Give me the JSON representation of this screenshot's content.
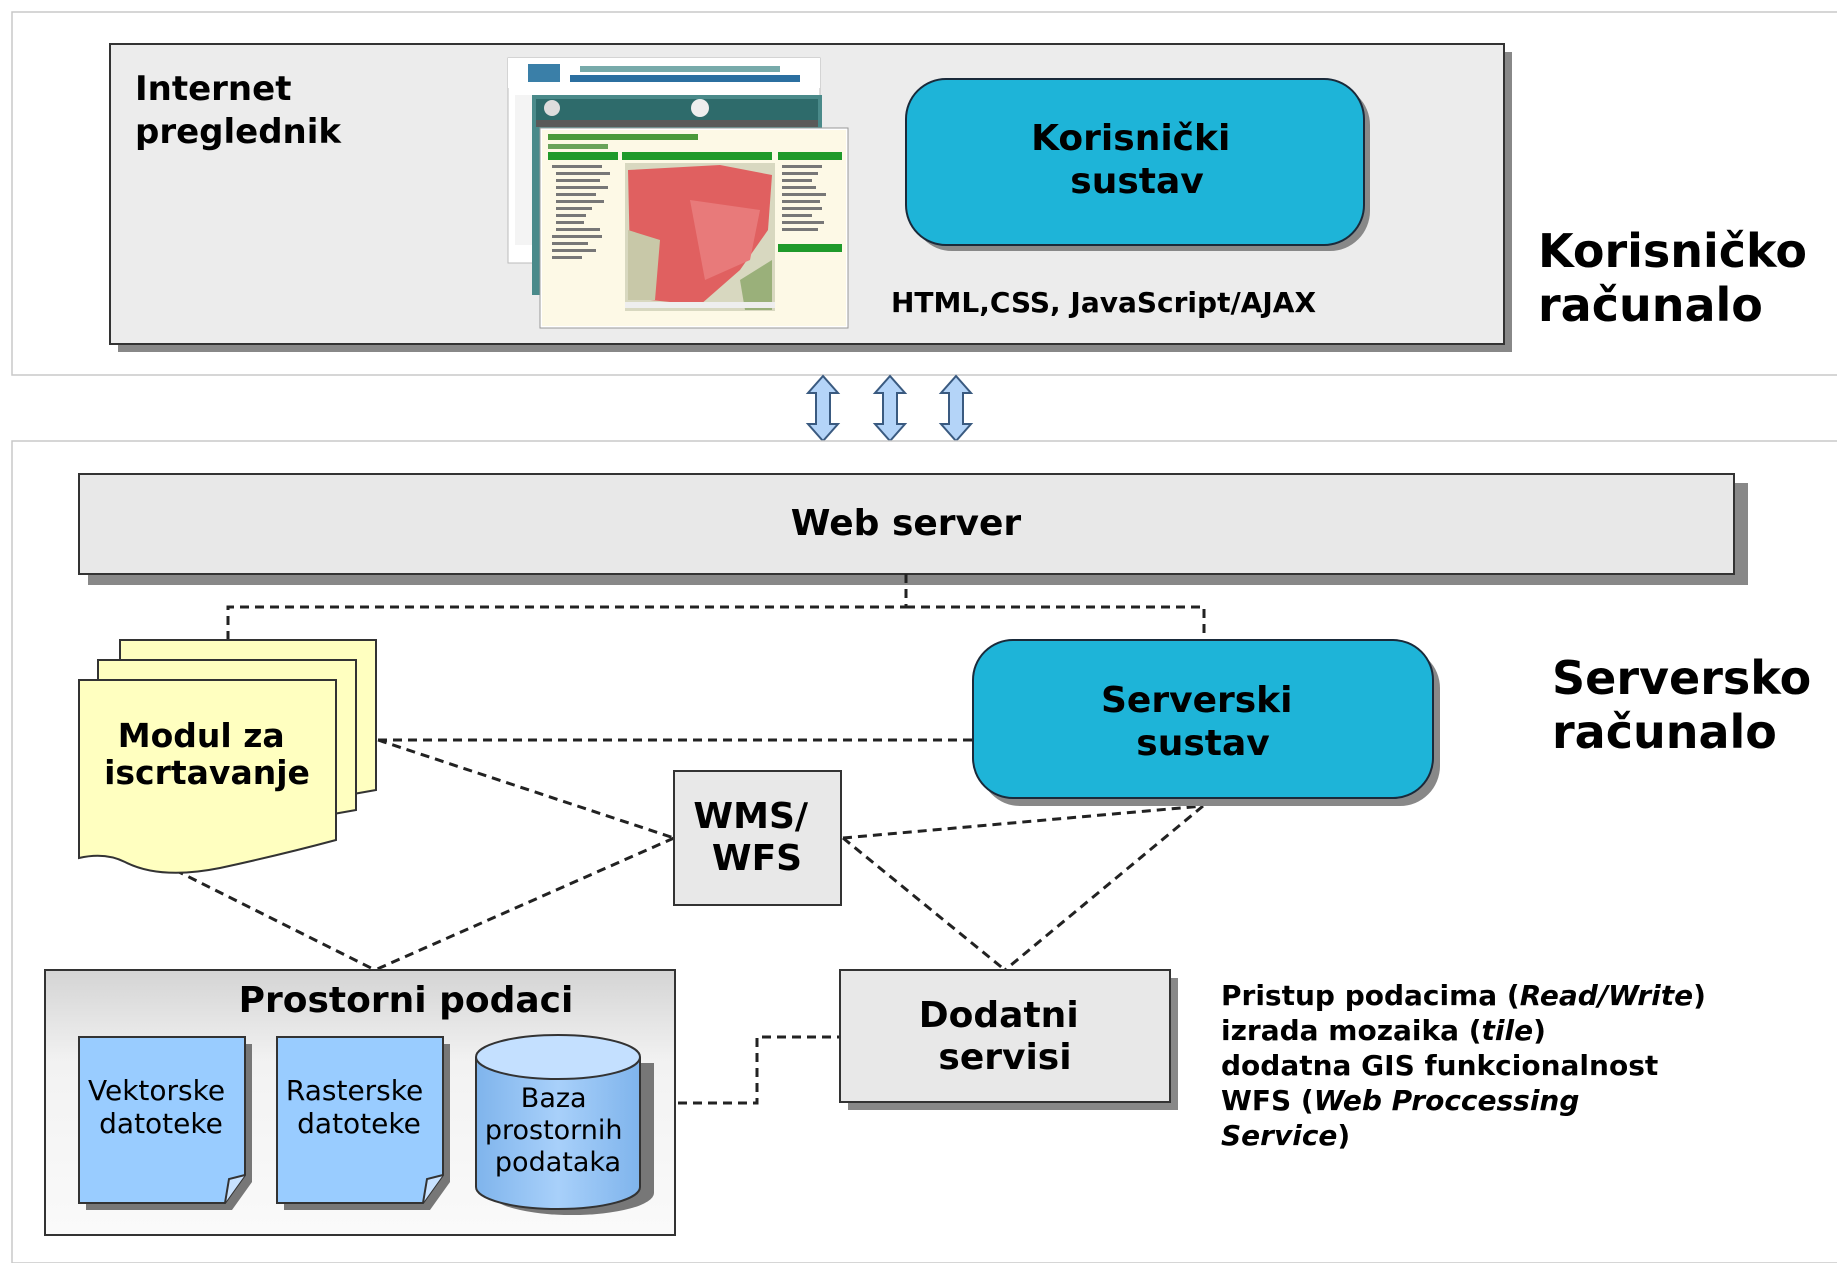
{
  "client_panel": {
    "browser_label": [
      "Internet",
      "preglednik"
    ],
    "system_label": [
      "Korisnički",
      "sustav"
    ],
    "tech_label": "HTML,CSS, JavaScript/AJAX",
    "side_label": [
      "Korisničko",
      "računalo"
    ]
  },
  "server_panel": {
    "web_server": "Web server",
    "server_system": [
      "Serverski",
      "sustav"
    ],
    "side_label": [
      "Serversko",
      "računalo"
    ],
    "render_module": [
      "Modul za",
      "iscrtavanje"
    ],
    "wms": [
      "WMS/",
      "WFS"
    ],
    "spatial_data": {
      "title": "Prostorni podaci",
      "vector": [
        "Vektorske",
        "datoteke"
      ],
      "raster": [
        "Rasterske",
        "datoteke"
      ],
      "database": [
        "Baza",
        "prostornih",
        "podataka"
      ]
    },
    "extra_services": [
      "Dodatni",
      "servisi"
    ],
    "notes": {
      "line1_pre": "Pristup podacima (",
      "line1_em": "Read/Write",
      "line1_post": ")",
      "line2_pre": "izrada mozaika (",
      "line2_em": "tile",
      "line2_post": ")",
      "line3": "dodatna GIS funkcionalnost",
      "line4_pre": "WFS (",
      "line4_em": "Web Proccessing",
      "line5_em": "Service",
      "line5_post": ")"
    }
  },
  "colors": {
    "cyan": "#1eb4d8",
    "yellow": "#ffffc0",
    "blue_doc": "#99ccff",
    "grey_box": "#e6e6e6",
    "arrow": "#b4d4f8"
  }
}
